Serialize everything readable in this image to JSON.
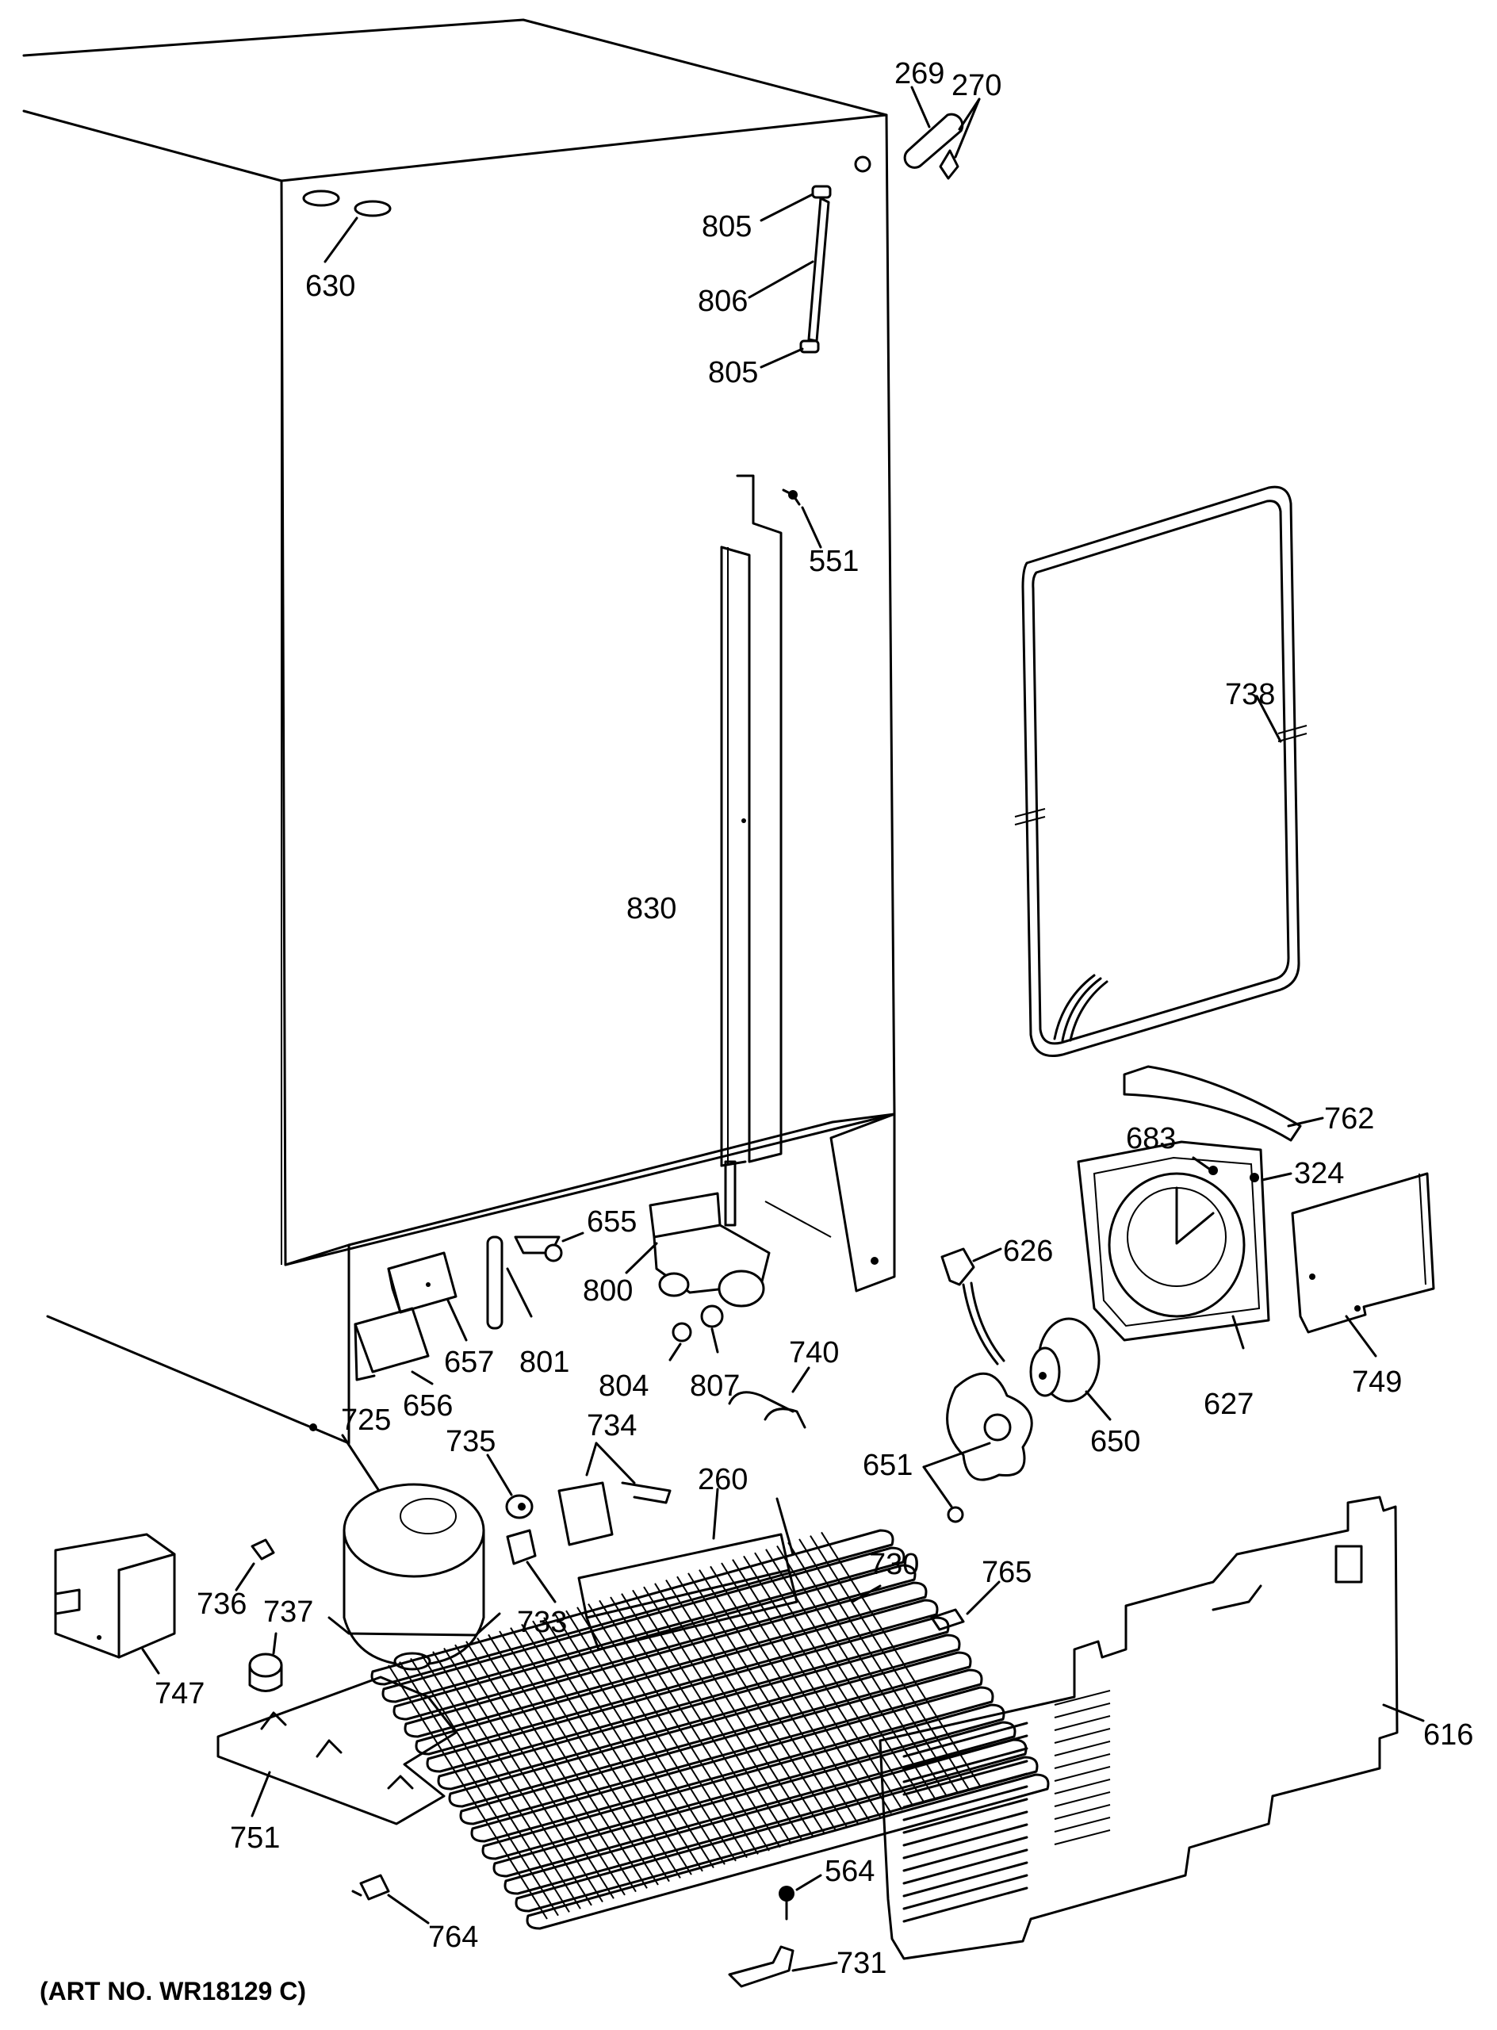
{
  "art_number": "(ART NO. WR18129 C)",
  "callouts": [
    {
      "id": "269",
      "text": "269"
    },
    {
      "id": "270",
      "text": "270"
    },
    {
      "id": "805a",
      "text": "805"
    },
    {
      "id": "630",
      "text": "630"
    },
    {
      "id": "806",
      "text": "806"
    },
    {
      "id": "805b",
      "text": "805"
    },
    {
      "id": "551",
      "text": "551"
    },
    {
      "id": "738",
      "text": "738"
    },
    {
      "id": "830",
      "text": "830"
    },
    {
      "id": "762",
      "text": "762"
    },
    {
      "id": "683",
      "text": "683"
    },
    {
      "id": "324",
      "text": "324"
    },
    {
      "id": "655",
      "text": "655"
    },
    {
      "id": "626",
      "text": "626"
    },
    {
      "id": "800",
      "text": "800"
    },
    {
      "id": "657",
      "text": "657"
    },
    {
      "id": "801",
      "text": "801"
    },
    {
      "id": "749",
      "text": "749"
    },
    {
      "id": "740",
      "text": "740"
    },
    {
      "id": "804",
      "text": "804"
    },
    {
      "id": "807",
      "text": "807"
    },
    {
      "id": "656",
      "text": "656"
    },
    {
      "id": "627",
      "text": "627"
    },
    {
      "id": "725",
      "text": "725"
    },
    {
      "id": "650",
      "text": "650"
    },
    {
      "id": "735",
      "text": "735"
    },
    {
      "id": "734",
      "text": "734"
    },
    {
      "id": "651",
      "text": "651"
    },
    {
      "id": "260",
      "text": "260"
    },
    {
      "id": "730",
      "text": "730"
    },
    {
      "id": "736",
      "text": "736"
    },
    {
      "id": "737",
      "text": "737"
    },
    {
      "id": "733",
      "text": "733"
    },
    {
      "id": "765",
      "text": "765"
    },
    {
      "id": "747",
      "text": "747"
    },
    {
      "id": "616",
      "text": "616"
    },
    {
      "id": "751",
      "text": "751"
    },
    {
      "id": "564",
      "text": "564"
    },
    {
      "id": "764",
      "text": "764"
    },
    {
      "id": "731",
      "text": "731"
    }
  ]
}
